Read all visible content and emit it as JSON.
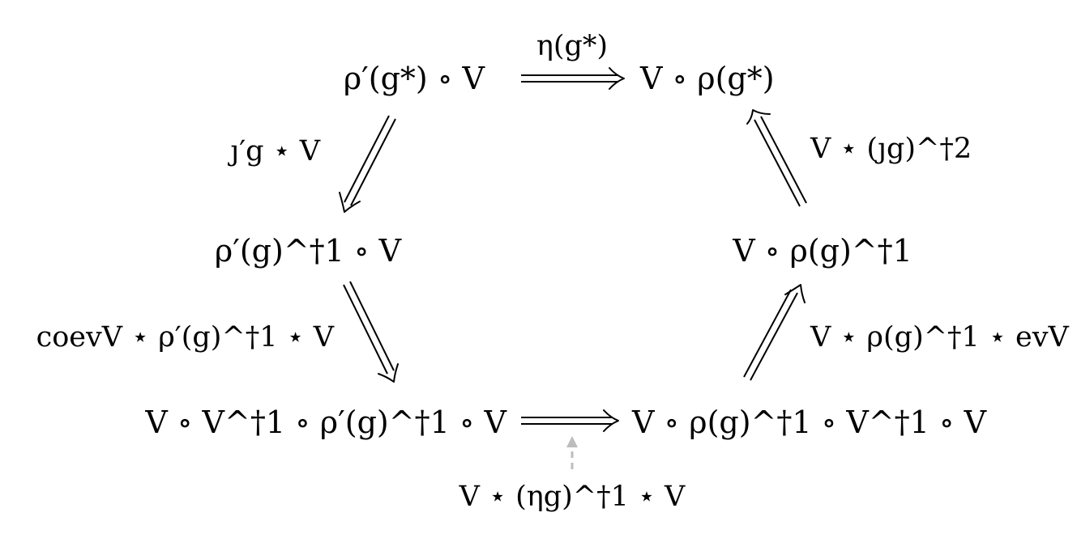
{
  "nodes": {
    "top_left": "ρ′(g*) ∘ V",
    "top_right": "V ∘ ρ(g*)",
    "mid_left": "ρ′(g)^†1 ∘ V",
    "mid_right": "V ∘ ρ(g)^†1",
    "bottom_left": "V ∘ V^†1 ∘ ρ′(g)^†1 ∘ V",
    "bottom_right": "V ∘ ρ(g)^†1 ∘ V^†1 ∘ V"
  },
  "arrows": {
    "eta": "η(g*)",
    "j_prime": "ȷ′g ⋆ V",
    "j_dagger": "V ⋆ (ȷg)^†2",
    "coev": "coevV ⋆ ρ′(g)^†1 ⋆ V",
    "ev": "V ⋆ ρ(g)^†1 ⋆ evV",
    "eta_dagger": "V ⋆ (ηg)^†1 ⋆ V"
  },
  "colors": {
    "ink": "#000000",
    "dashed_arrow": "#bdbdbd"
  }
}
